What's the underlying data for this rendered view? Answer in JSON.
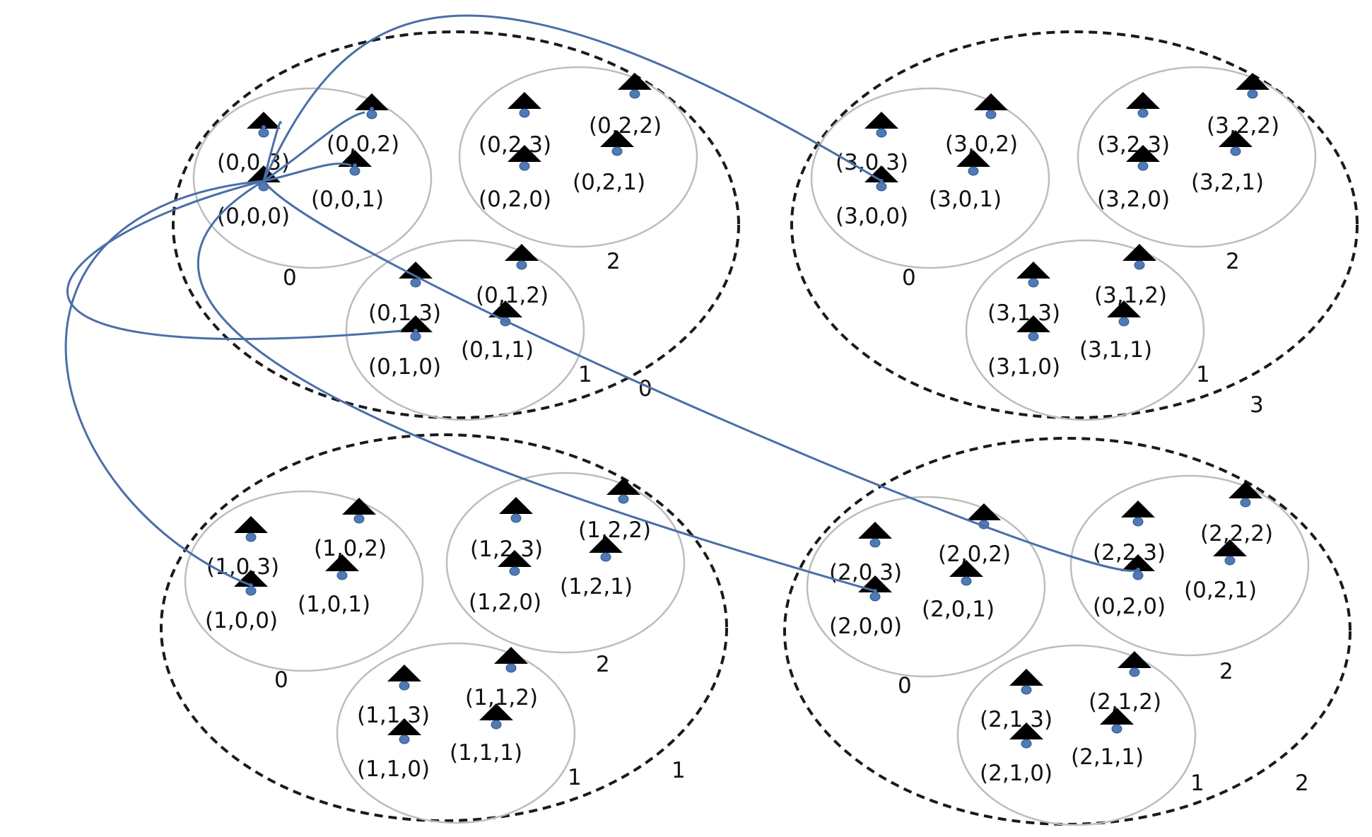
{
  "groups": [
    {
      "label": "0",
      "subgroups": [
        {
          "label": "0",
          "nodes": [
            "(0,0,3)",
            "(0,0,2)",
            "(0,0,0)",
            "(0,0,1)"
          ]
        },
        {
          "label": "1",
          "nodes": [
            "(0,1,3)",
            "(0,1,2)",
            "(0,1,0)",
            "(0,1,1)"
          ]
        },
        {
          "label": "2",
          "nodes": [
            "(0,2,3)",
            "(0,2,2)",
            "(0,2,0)",
            "(0,2,1)"
          ]
        }
      ]
    },
    {
      "label": "3",
      "subgroups": [
        {
          "label": "0",
          "nodes": [
            "(3,0,3)",
            "(3,0,2)",
            "(3,0,0)",
            "(3,0,1)"
          ]
        },
        {
          "label": "1",
          "nodes": [
            "(3,1,3)",
            "(3,1,2)",
            "(3,1,0)",
            "(3,1,1)"
          ]
        },
        {
          "label": "2",
          "nodes": [
            "(3,2,3)",
            "(3,2,2)",
            "(3,2,0)",
            "(3,2,1)"
          ]
        }
      ]
    },
    {
      "label": "1",
      "subgroups": [
        {
          "label": "0",
          "nodes": [
            "(1,0,3)",
            "(1,0,2)",
            "(1,0,0)",
            "(1,0,1)"
          ]
        },
        {
          "label": "1",
          "nodes": [
            "(1,1,3)",
            "(1,1,2)",
            "(1,1,0)",
            "(1,1,1)"
          ]
        },
        {
          "label": "2",
          "nodes": [
            "(1,2,3)",
            "(1,2,2)",
            "(1,2,0)",
            "(1,2,1)"
          ]
        }
      ]
    },
    {
      "label": "2",
      "subgroups": [
        {
          "label": "0",
          "nodes": [
            "(2,0,3)",
            "(2,0,2)",
            "(2,0,0)",
            "(2,0,1)"
          ]
        },
        {
          "label": "1",
          "nodes": [
            "(2,1,3)",
            "(2,1,2)",
            "(2,1,0)",
            "(2,1,1)"
          ]
        },
        {
          "label": "2",
          "nodes": [
            "(2,2,3)",
            "(2,2,2)",
            "(0,2,0)",
            "(0,2,1)"
          ]
        }
      ]
    }
  ],
  "connections": {
    "source": "(0,0,0)",
    "targets": [
      "(0,0,3)",
      "(0,0,2)",
      "(0,0,1)",
      "(0,2,0)",
      "(0,1,0)",
      "(3,0,0)",
      "(1,0,0)",
      "(2,0,0)"
    ]
  },
  "colors": {
    "link": "#4b6ea8",
    "node_dot": "#4f79b7",
    "node_triangle": "#000000",
    "outer_border": "#1a1a1a",
    "inner_border": "#bdbdbd"
  },
  "icons": {
    "node": "triangle-over-dot-icon"
  }
}
